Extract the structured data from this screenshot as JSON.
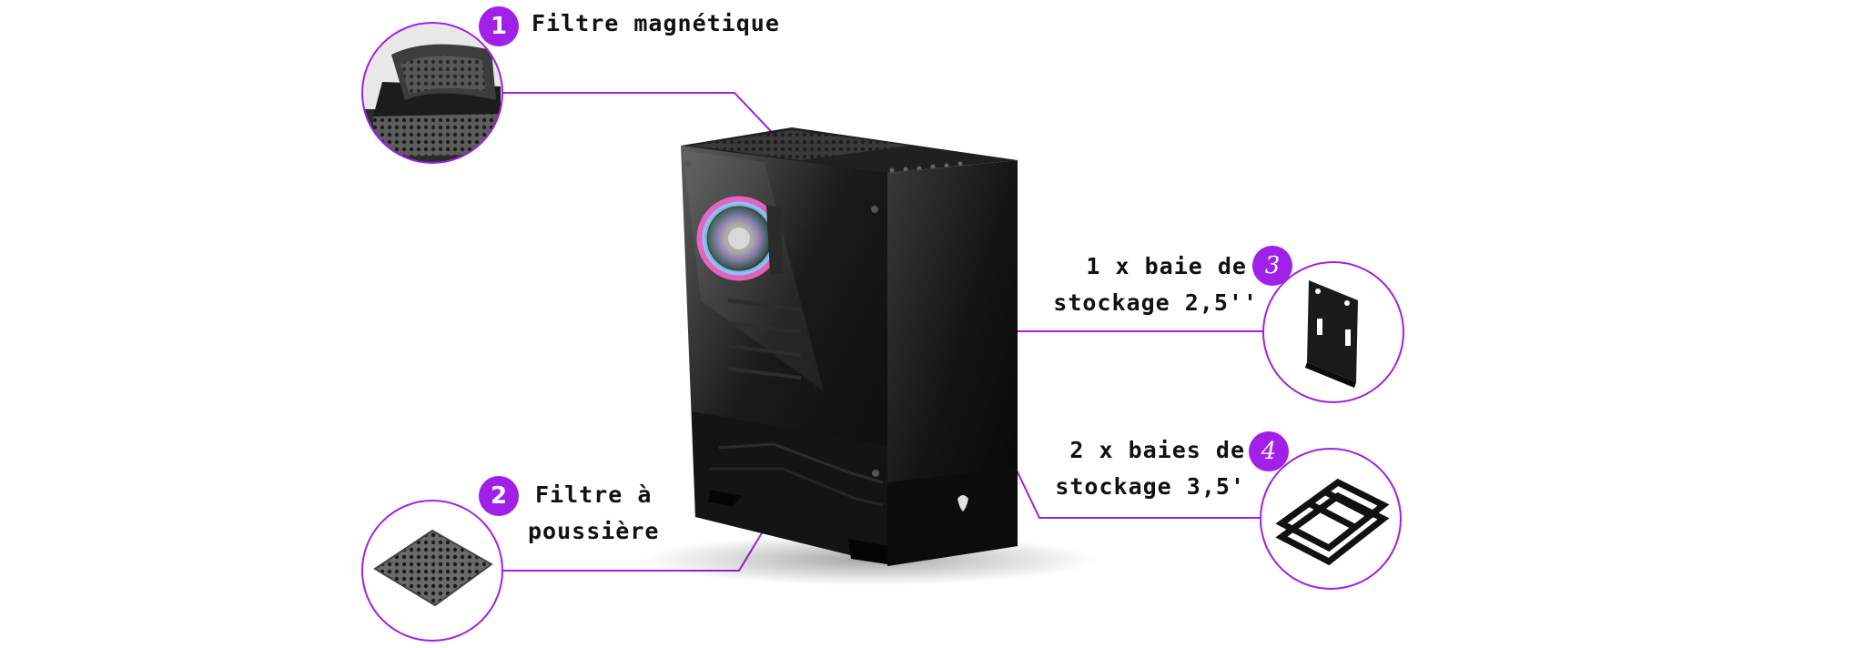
{
  "colors": {
    "accent": "#a020e8",
    "text": "#111111",
    "background": "#ffffff"
  },
  "callouts": [
    {
      "number": "1",
      "lines": [
        "Filtre magnétique"
      ],
      "icon": "magnetic-filter-thumbnail"
    },
    {
      "number": "2",
      "lines": [
        "Filtre à",
        "poussière"
      ],
      "icon": "dust-filter-thumbnail"
    },
    {
      "number": "3",
      "lines": [
        "1 x baie de",
        "stockage 2,5''"
      ],
      "icon": "drive-bay-25-thumbnail"
    },
    {
      "number": "4",
      "lines": [
        "2 x baies de",
        "stockage 3,5'"
      ],
      "icon": "drive-cage-35-thumbnail"
    }
  ]
}
